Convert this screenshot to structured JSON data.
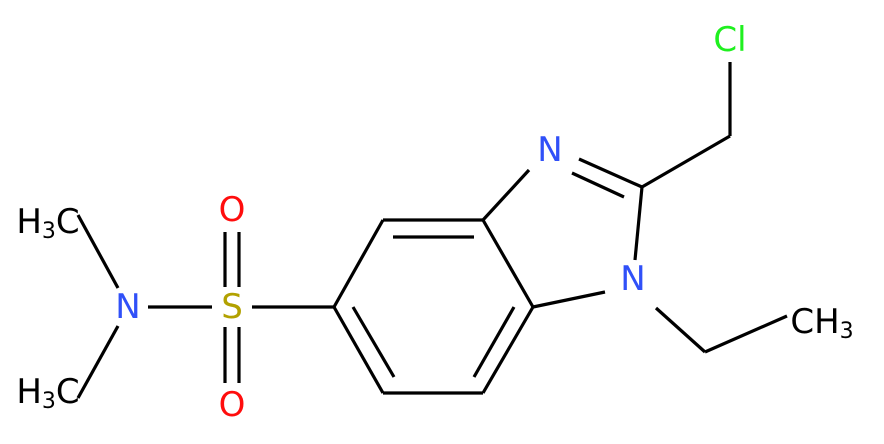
{
  "molecule": {
    "atoms": {
      "cl": "Cl",
      "n3": "N",
      "n1": "N",
      "s": "S",
      "o_top": "O",
      "o_bottom": "O",
      "n_amide": "N",
      "methyl_top": {
        "main": "H",
        "sub": "3",
        "tail": "C"
      },
      "methyl_bottom": {
        "main": "H",
        "sub": "3",
        "tail": "C"
      },
      "ethyl_ch3": {
        "main": "CH",
        "sub": "3"
      }
    },
    "colors": {
      "nitrogen": "#3050F8",
      "oxygen": "#FF0D0D",
      "sulfur": "#B2A100",
      "chlorine": "#1FF01F",
      "bond": "#000000"
    }
  }
}
